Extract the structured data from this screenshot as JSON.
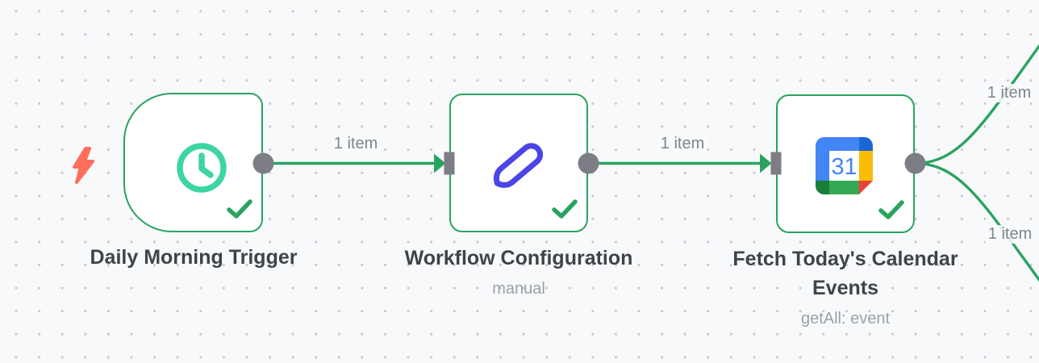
{
  "workflow": {
    "nodes": [
      {
        "label": "Daily Morning Trigger",
        "subtitle": "",
        "icon": "clock-icon",
        "shape": "trigger",
        "status": "success"
      },
      {
        "label": "Workflow Configuration",
        "subtitle": "manual",
        "icon": "pencil-icon",
        "shape": "square",
        "status": "success"
      },
      {
        "label": "Fetch Today's Calendar Events",
        "subtitle": "getAll: event",
        "icon": "google-calendar-icon",
        "shape": "square",
        "status": "success"
      }
    ],
    "connections": [
      {
        "from": "daily-morning-trigger",
        "to": "workflow-configuration",
        "label": "1 item"
      },
      {
        "from": "workflow-configuration",
        "to": "fetch-todays-calendar-events",
        "label": "1 item"
      },
      {
        "from": "fetch-todays-calendar-events",
        "to": "offscreen-top-right",
        "label": "1 item"
      },
      {
        "from": "fetch-todays-calendar-events",
        "to": "offscreen-bottom-right",
        "label": "1 item"
      }
    ],
    "calendar_icon_day": "31",
    "colors": {
      "canvas_bg": "#f8f9fb",
      "grid_dot": "#c7c9ce",
      "node_border_green": "#2aa35f",
      "connection_green": "#2aa35f",
      "port_gray": "#7c7d85",
      "success_check": "#2aa35f",
      "trigger_clock": "#3dd5a2",
      "pencil_indigo": "#4a45e4",
      "lightning_coral": "#ff6e5c",
      "title_text": "#3f434a",
      "subtitle_text": "#9ba0a8",
      "item_label_text": "#7e858e"
    }
  }
}
